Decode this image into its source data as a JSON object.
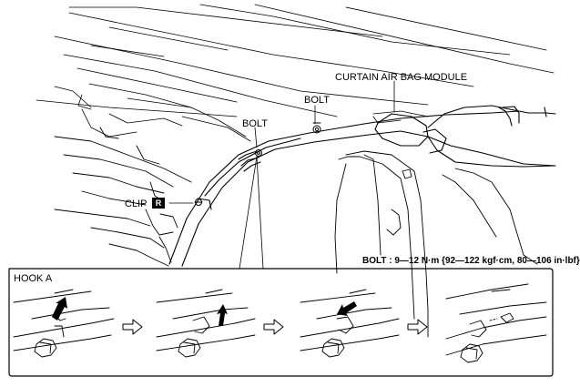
{
  "labels": {
    "curtain_module": "CURTAIN AIR BAG MODULE",
    "bolt_right": "BOLT",
    "bolt_left": "BOLT",
    "clip": "CLIP",
    "clip_badge": "R",
    "torque": "BOLT : 9—12 N·m {92—122 kgf·cm, 80—106 in·lbf}",
    "hook_title": "HOOK A"
  },
  "colors": {
    "line": "#000000",
    "background": "#ffffff"
  },
  "icons": {
    "step_arrow": "right-hollow-arrow-icon",
    "push_arrow": "black-direction-arrow-icon"
  }
}
